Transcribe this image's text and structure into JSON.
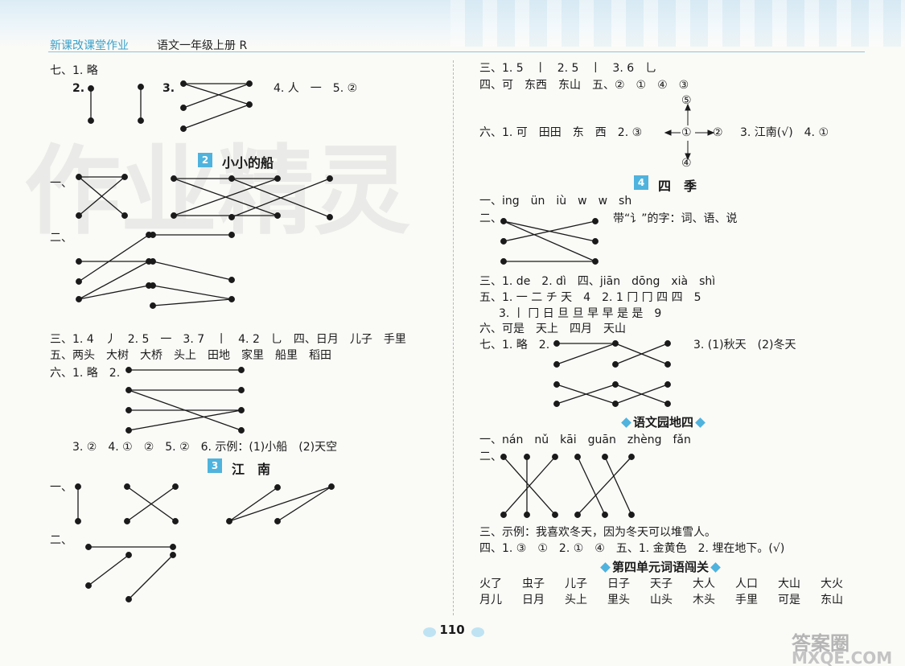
{
  "header": {
    "series": "新课改课堂作业",
    "book": "语文一年级上册 R"
  },
  "page_number": "110",
  "watermark": {
    "left": "作业精灵",
    "bottom_right_logo": "答案圈",
    "bottom_right_url": "MXQE.COM"
  },
  "left": {
    "s7": {
      "line1": "七、1. 略",
      "q2": "2.",
      "q3": "3.",
      "q4": "4. 人　一　5. ②"
    },
    "lesson2": {
      "num": "2",
      "title": "小小的船"
    },
    "l2_q1": "一、",
    "l2_q2": "二、",
    "l2_q3": "三、1. 4　丿　2. 5　一　3. 7　丨　4. 2　乚　四、日月　儿子　手里",
    "l2_q5": "五、两头　大树　大桥　头上　田地　家里　船里　稻田",
    "l2_q6": "六、1. 略　2.",
    "l2_q6b": "3. ②　4. ①　②　5. ②　6. 示例：(1)小船　(2)天空",
    "lesson3": {
      "num": "3",
      "title": "江　南"
    },
    "l3_q1": "一、",
    "l3_q2": "二、"
  },
  "right": {
    "r_line1": "三、1. 5　丨　2. 5　丨　3. 6　乚",
    "r_line2": "四、可　东西　东山　五、②　①　④　③",
    "r_line3a": "六、1. 可　田田　东　西　2. ③",
    "r_line3b": "3. 江南(√)　4. ①",
    "compass": {
      "top": "⑤",
      "left": "③",
      "center": "①",
      "right": "②",
      "bottom": "④"
    },
    "lesson4": {
      "num": "4",
      "title": "四　季"
    },
    "r4_q1": "一、ing　ün　iù　w　w　sh",
    "r4_q2": "二、",
    "r4_q2b": "带“讠”的字：词、语、说",
    "r4_q3": "三、1. de　2. dì　四、jiān　dōng　xià　shì",
    "r4_q5": "五、1. 一 二 チ 天　4　2. 1 冂 冂 四 四　5",
    "r4_q5b": "3. 丨 冂 日 旦 旦 早 早 是 是　9",
    "r4_q6": "六、可是　天上　四月　天山",
    "r4_q7": "七、1. 略　2.",
    "r4_q7b": "3. (1)秋天　(2)冬天",
    "garden": "语文园地四",
    "g_q1": "一、nán　nǔ　kāi　guān　zhèng　fǎn",
    "g_q2": "二、",
    "g_q3": "三、示例：我喜欢冬天，因为冬天可以堆雪人。",
    "g_q4": "四、1. ③　①　2. ①　④　五、1. 金黄色　2. 埋在地下。(√)",
    "unit": "第四单元词语闯关",
    "words_row1": [
      "火了",
      "虫子",
      "儿子",
      "日子",
      "天子",
      "大人",
      "人口",
      "大山",
      "大火"
    ],
    "words_row2": [
      "月儿",
      "日月",
      "头上",
      "里头",
      "山头",
      "木头",
      "手里",
      "可是",
      "东山"
    ]
  },
  "colors": {
    "accent": "#4fb3dd",
    "header_series": "#3aa0c8",
    "rule": "#8fc3d9"
  }
}
